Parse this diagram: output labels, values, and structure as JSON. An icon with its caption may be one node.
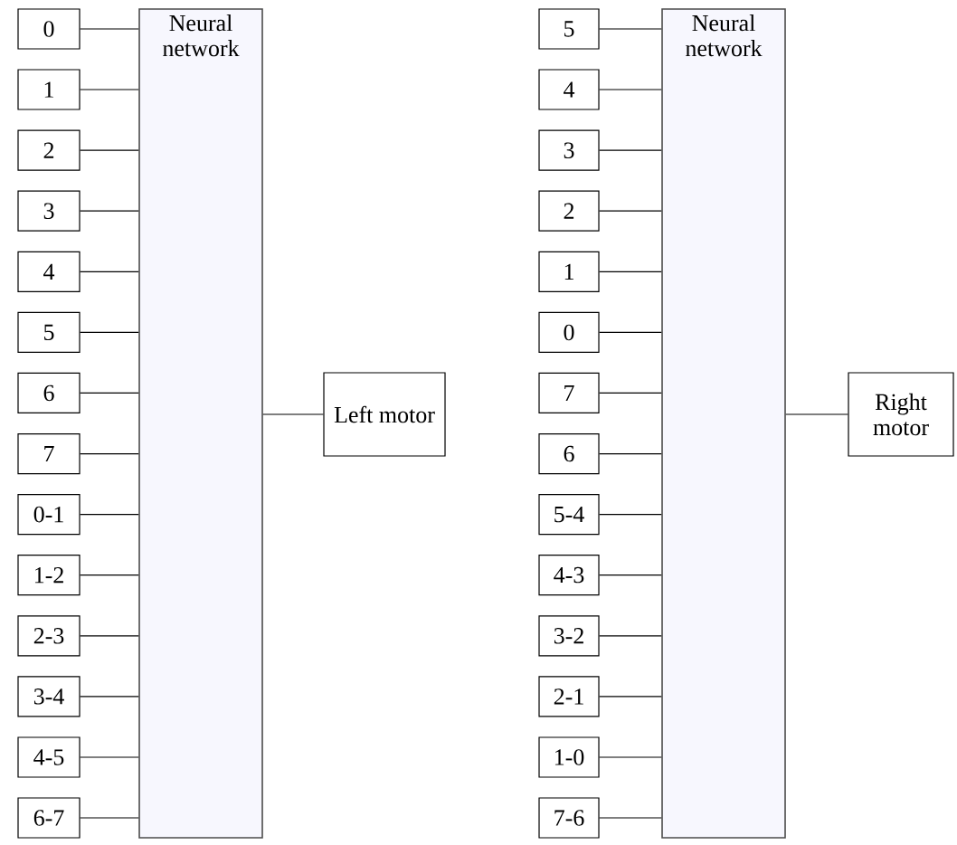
{
  "diagram": {
    "nodes": [
      {
        "text": [
          "Neural network"
        ]
      },
      {
        "text": [
          "0"
        ]
      },
      {
        "text": [
          "1"
        ]
      },
      {
        "text": [
          "2"
        ]
      },
      {
        "text": [
          "3"
        ]
      },
      {
        "text": [
          "4"
        ]
      },
      {
        "text": [
          "5"
        ]
      },
      {
        "text": [
          "6"
        ]
      },
      {
        "text": [
          "7"
        ]
      },
      {
        "text": [
          "0-1"
        ]
      },
      {
        "text": [
          "1-2"
        ]
      },
      {
        "text": [
          "2-3"
        ]
      },
      {
        "text": [
          "3-4"
        ]
      },
      {
        "text": [
          "4-5"
        ]
      },
      {
        "text": [
          "6-7"
        ]
      },
      {
        "text": [
          "Left motor"
        ]
      },
      {
        "text": [
          "Neural network"
        ]
      },
      {
        "text": [
          "5"
        ]
      },
      {
        "text": [
          "4"
        ]
      },
      {
        "text": [
          "3"
        ]
      },
      {
        "text": [
          "2"
        ]
      },
      {
        "text": [
          "1"
        ]
      },
      {
        "text": [
          "0"
        ]
      },
      {
        "text": [
          "7"
        ]
      },
      {
        "text": [
          "6"
        ]
      },
      {
        "text": [
          "5-4"
        ]
      },
      {
        "text": [
          "4-3"
        ]
      },
      {
        "text": [
          "3-2"
        ]
      },
      {
        "text": [
          "2-1"
        ]
      },
      {
        "text": [
          "1-0"
        ]
      },
      {
        "text": [
          "7-6"
        ]
      },
      {
        "text": [
          "Right motor"
        ]
      }
    ],
    "edges": [
      {
        "from": 1,
        "to": 0,
        "arrow": "none"
      },
      {
        "from": 2,
        "to": 0,
        "arrow": "none"
      },
      {
        "from": 3,
        "to": 0,
        "arrow": "none"
      },
      {
        "from": 4,
        "to": 0,
        "arrow": "none"
      },
      {
        "from": 5,
        "to": 0,
        "arrow": "none"
      },
      {
        "from": 6,
        "to": 0,
        "arrow": "none"
      },
      {
        "from": 7,
        "to": 0,
        "arrow": "none"
      },
      {
        "from": 8,
        "to": 0,
        "arrow": "none"
      },
      {
        "from": 9,
        "to": 0,
        "arrow": "none"
      },
      {
        "from": 10,
        "to": 0,
        "arrow": "none"
      },
      {
        "from": 11,
        "to": 0,
        "arrow": "none"
      },
      {
        "from": 12,
        "to": 0,
        "arrow": "none"
      },
      {
        "from": 13,
        "to": 0,
        "arrow": "none"
      },
      {
        "from": 14,
        "to": 0,
        "arrow": "none"
      },
      {
        "from": 0,
        "to": 15,
        "arrow": "none"
      },
      {
        "from": 17,
        "to": 16,
        "arrow": "none"
      },
      {
        "from": 18,
        "to": 16,
        "arrow": "none"
      },
      {
        "from": 19,
        "to": 16,
        "arrow": "none"
      },
      {
        "from": 20,
        "to": 16,
        "arrow": "none"
      },
      {
        "from": 21,
        "to": 16,
        "arrow": "none"
      },
      {
        "from": 22,
        "to": 16,
        "arrow": "none"
      },
      {
        "from": 23,
        "to": 16,
        "arrow": "none"
      },
      {
        "from": 24,
        "to": 16,
        "arrow": "none"
      },
      {
        "from": 25,
        "to": 16,
        "arrow": "none"
      },
      {
        "from": 26,
        "to": 16,
        "arrow": "none"
      },
      {
        "from": 27,
        "to": 16,
        "arrow": "none"
      },
      {
        "from": 28,
        "to": 16,
        "arrow": "none"
      },
      {
        "from": 29,
        "to": 16,
        "arrow": "none"
      },
      {
        "from": 30,
        "to": 16,
        "arrow": "none"
      },
      {
        "from": 16,
        "to": 31,
        "arrow": "none"
      }
    ]
  }
}
